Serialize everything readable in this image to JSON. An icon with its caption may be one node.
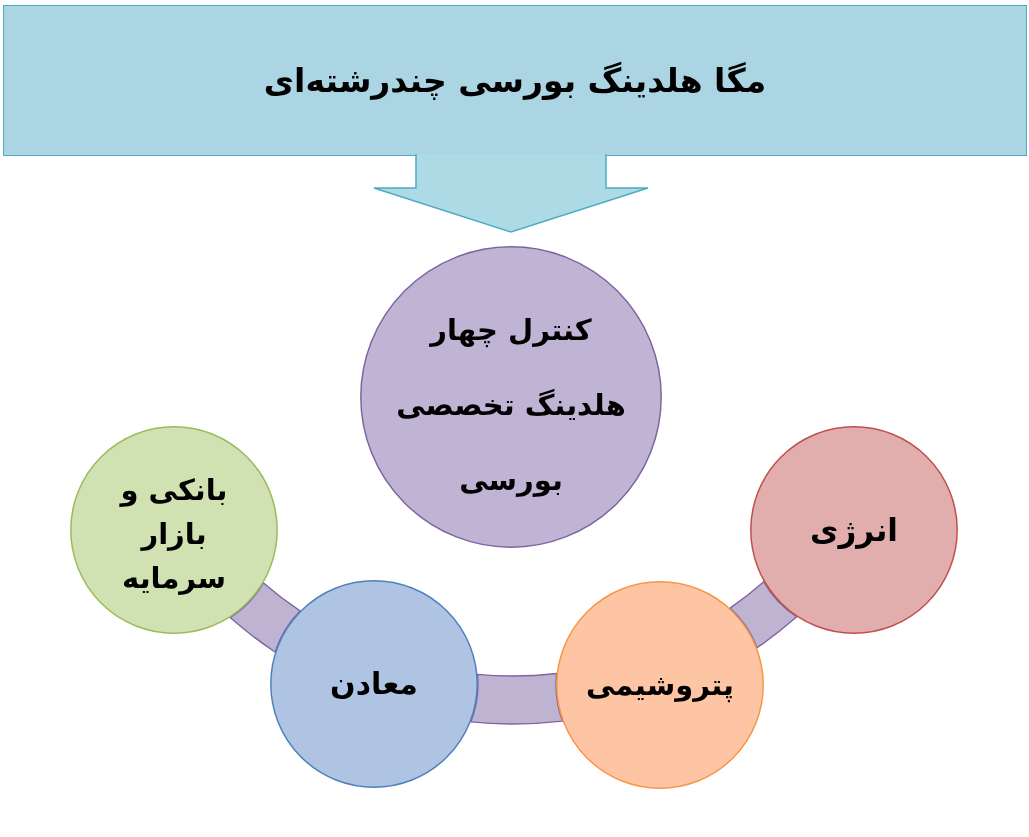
{
  "diagram": {
    "nodes": [
      {
        "text": [
          "مگا هلدینگ بورسی چندرشته‌ای"
        ]
      },
      {
        "text": [
          "کنترل چهار هلدینگ تخصصی بورسی"
        ]
      },
      {
        "text": [
          "بانکی و بازار سرمایه"
        ]
      },
      {
        "text": [
          "معادن"
        ]
      },
      {
        "text": [
          "پتروشیمی"
        ]
      },
      {
        "text": [
          "انرژی"
        ]
      }
    ],
    "edges": [
      {
        "from": 0,
        "to": 1,
        "arrow": "to",
        "color": "#4bacc6"
      },
      {
        "from": 2,
        "to": 3,
        "arrow": "none",
        "style": "thick"
      },
      {
        "from": 3,
        "to": 4,
        "arrow": "none",
        "style": "thick"
      },
      {
        "from": 4,
        "to": 5,
        "arrow": "none",
        "style": "thick"
      }
    ]
  }
}
